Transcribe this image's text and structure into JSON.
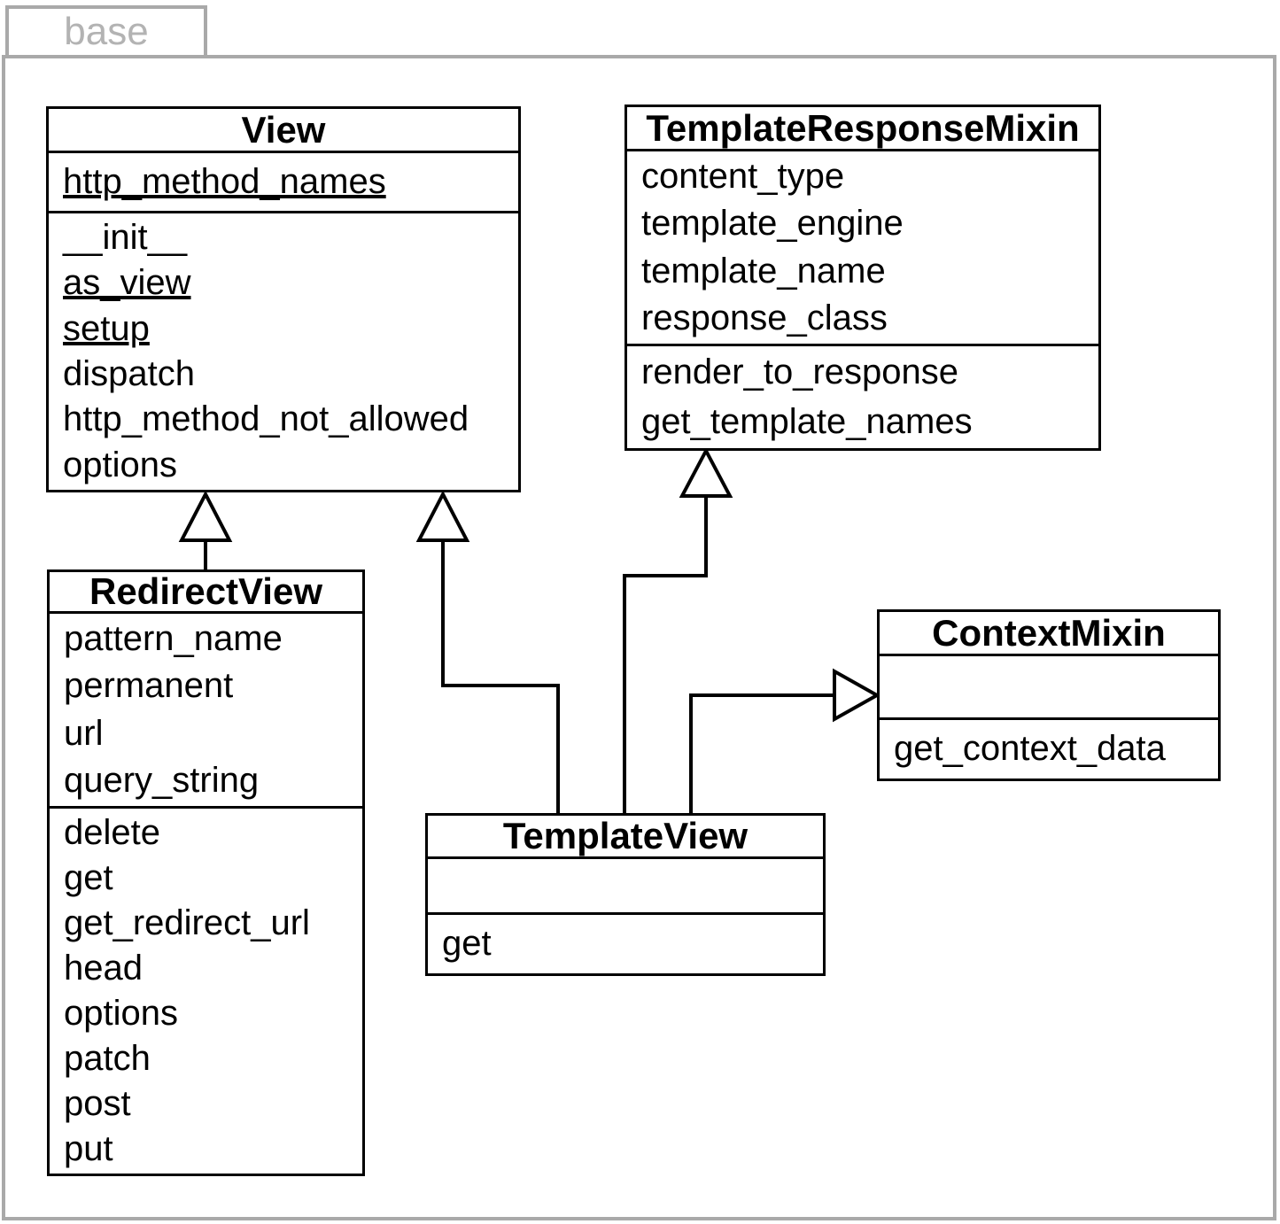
{
  "package": {
    "tab_label": "base"
  },
  "colors": {
    "frame_gray": "#a9a9a9",
    "tab_text_gray": "#b3b3b3",
    "box_border": "#000000",
    "box_fill": "#ffffff",
    "text": "#000000"
  },
  "classes": {
    "view": {
      "title": "View",
      "attributes": [
        {
          "text": "http_method_names",
          "underline": true
        }
      ],
      "methods": [
        {
          "text": "__init__",
          "underline": false
        },
        {
          "text": "as_view",
          "underline": true
        },
        {
          "text": "setup",
          "underline": true
        },
        {
          "text": "dispatch",
          "underline": false
        },
        {
          "text": "http_method_not_allowed",
          "underline": false
        },
        {
          "text": "options",
          "underline": false
        }
      ]
    },
    "template_response_mixin": {
      "title": "TemplateResponseMixin",
      "attributes": [
        {
          "text": "content_type",
          "underline": false
        },
        {
          "text": "template_engine",
          "underline": false
        },
        {
          "text": "template_name",
          "underline": false
        },
        {
          "text": "response_class",
          "underline": false
        }
      ],
      "methods": [
        {
          "text": "render_to_response",
          "underline": false
        },
        {
          "text": "get_template_names",
          "underline": false
        }
      ]
    },
    "redirect_view": {
      "title": "RedirectView",
      "attributes": [
        {
          "text": "pattern_name",
          "underline": false
        },
        {
          "text": "permanent",
          "underline": false
        },
        {
          "text": "url",
          "underline": false
        },
        {
          "text": "query_string",
          "underline": false
        }
      ],
      "methods": [
        {
          "text": "delete",
          "underline": false
        },
        {
          "text": "get",
          "underline": false
        },
        {
          "text": "get_redirect_url",
          "underline": false
        },
        {
          "text": "head",
          "underline": false
        },
        {
          "text": "options",
          "underline": false
        },
        {
          "text": "patch",
          "underline": false
        },
        {
          "text": "post",
          "underline": false
        },
        {
          "text": "put",
          "underline": false
        }
      ]
    },
    "context_mixin": {
      "title": "ContextMixin",
      "attributes": [],
      "methods": [
        {
          "text": "get_context_data",
          "underline": false
        }
      ]
    },
    "template_view": {
      "title": "TemplateView",
      "attributes": [],
      "methods": [
        {
          "text": "get",
          "underline": false
        }
      ]
    }
  },
  "relationships": [
    {
      "type": "inheritance",
      "from": "RedirectView",
      "to": "View"
    },
    {
      "type": "inheritance",
      "from": "TemplateView",
      "to": "View"
    },
    {
      "type": "inheritance",
      "from": "TemplateView",
      "to": "TemplateResponseMixin"
    },
    {
      "type": "inheritance",
      "from": "TemplateView",
      "to": "ContextMixin"
    }
  ]
}
